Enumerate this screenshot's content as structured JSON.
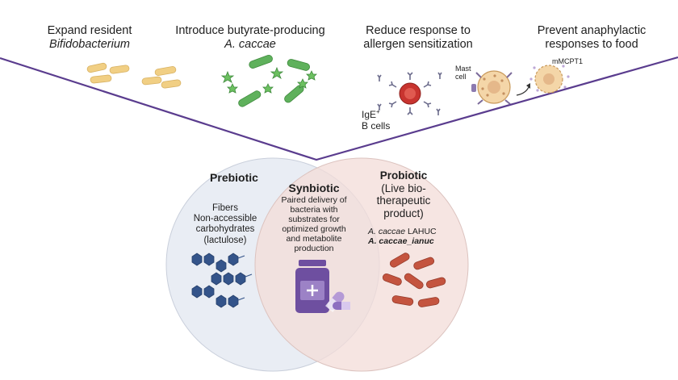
{
  "steps": [
    {
      "line1": "Expand resident",
      "line2": "Bifidobacterium"
    },
    {
      "line1": "Introduce butyrate-producing",
      "line2": "A. caccae"
    },
    {
      "line1": "Reduce response to",
      "line2": "allergen sensitization"
    },
    {
      "line1": "Prevent anaphylactic",
      "line2": "responses to food"
    }
  ],
  "cell_labels": {
    "ige_b_cells_1": "IgE",
    "ige_sup": "+",
    "ige_b_cells_2": "B cells",
    "mast_cell_1": "Mast",
    "mast_cell_2": "cell",
    "mmcpt1": "mMCPT1"
  },
  "prebiotic": {
    "title": "Prebiotic",
    "lines": [
      "Fibers",
      "Non-accessible",
      "carbohydrates",
      "(lactulose)"
    ]
  },
  "synbiotic": {
    "title": "Synbiotic",
    "lines": [
      "Paired delivery of",
      "bacteria with",
      "substrates for",
      "optimized growth",
      "and metabolite",
      "production"
    ]
  },
  "probiotic": {
    "title_lines": [
      "Probiotic",
      "(Live bio-",
      "therapeutic",
      "product)"
    ],
    "strain1_italic": "A. caccae",
    "strain1_rest": " LAHUC",
    "strain2": "A. caccae_ianuc"
  },
  "colors": {
    "funnel": "#5a3c8e",
    "prebiotic_circle": "#e9edf4",
    "probiotic_circle": "#f6e6e3",
    "bifido": "#f1cf84",
    "caccae": "#5fb15c",
    "star": "#4f9e4a",
    "hexagon": "#34548a",
    "probiotic_rod": "#c4543f",
    "bottle": "#6e4fa0",
    "pill": "#b59ad6"
  }
}
